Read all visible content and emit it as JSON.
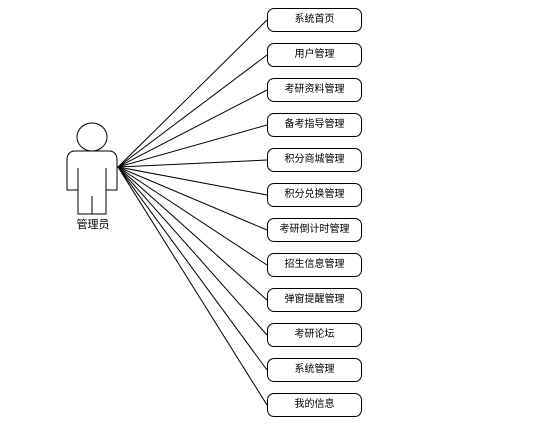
{
  "actor": {
    "label": "管理员"
  },
  "use_cases": [
    {
      "label": "系统首页"
    },
    {
      "label": "用户管理"
    },
    {
      "label": "考研资料管理"
    },
    {
      "label": "备考指导管理"
    },
    {
      "label": "积分商城管理"
    },
    {
      "label": "积分兑换管理"
    },
    {
      "label": "考研倒计时管理"
    },
    {
      "label": "招生信息管理"
    },
    {
      "label": "弹窗提醒管理"
    },
    {
      "label": "考研论坛"
    },
    {
      "label": "系统管理"
    },
    {
      "label": "我的信息"
    }
  ],
  "colors": {
    "stroke": "#000000",
    "background": "#ffffff"
  }
}
